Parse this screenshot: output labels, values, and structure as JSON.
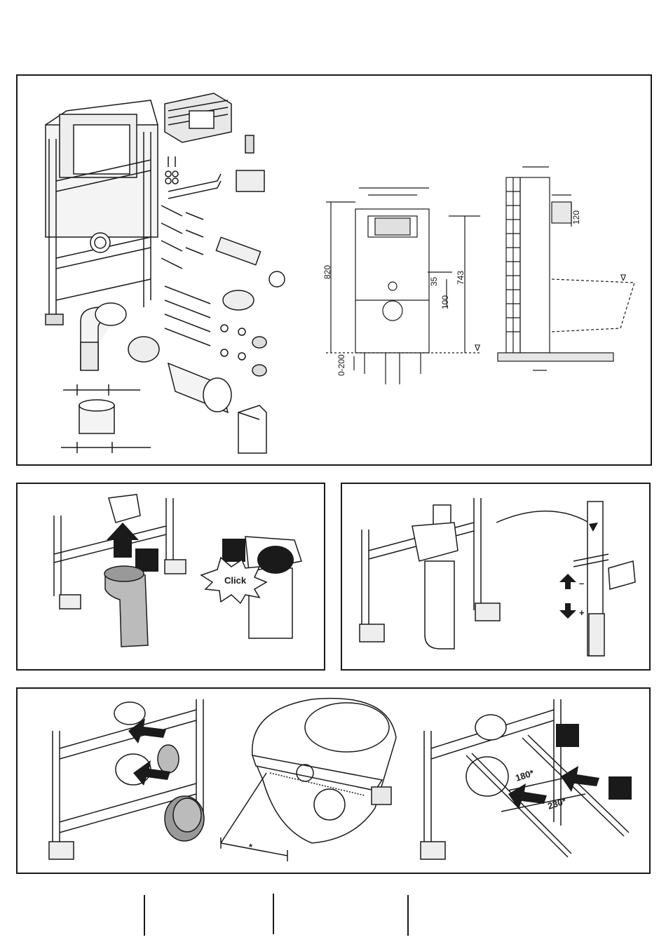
{
  "panel_top": {
    "dimensions": {
      "height_total": "820",
      "height_flush": "743",
      "offset_35": "35",
      "offset_100": "100",
      "adjust_range": "0-200",
      "depth_120": "120",
      "level_mark": "∇"
    }
  },
  "panel_step1": {
    "click_label": "Click"
  },
  "panel_step2": {
    "minus_label": "–",
    "plus_label": "+"
  },
  "panel_step3": {
    "asterisk_label": "*",
    "angle_180": "180*",
    "angle_230": "230*"
  }
}
